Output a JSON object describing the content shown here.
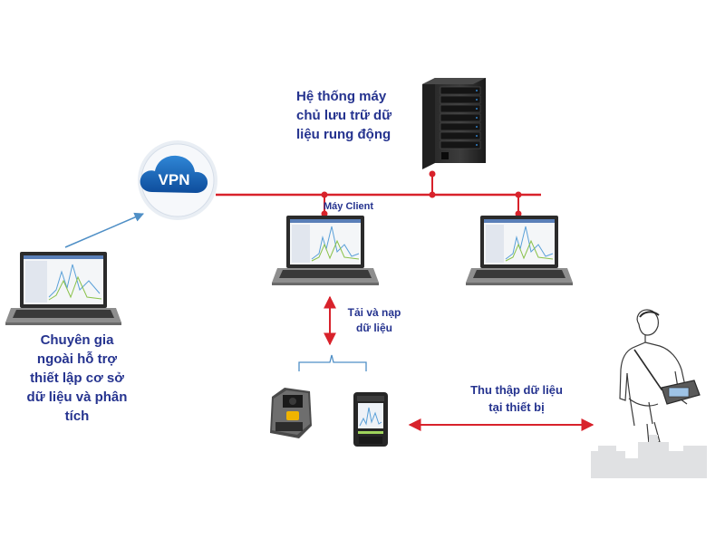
{
  "colors": {
    "network_line": "#d8222b",
    "arrow_blue": "#4f8fc6",
    "label_text": "#25338f",
    "cloud_blue": "#1b63b4"
  },
  "icons": [
    "vpn-cloud-icon",
    "server-tower-icon",
    "laptop-icon",
    "handheld-device-icon",
    "field-technician-figure"
  ],
  "vpn": {
    "text": "VPN"
  },
  "server": {
    "label_lines": [
      "Hệ thống máy",
      "chủ lưu trữ dữ",
      "liệu rung động"
    ]
  },
  "client": {
    "label": "Máy Client"
  },
  "transfer": {
    "label_lines": [
      "Tải và nạp",
      "dữ liệu"
    ]
  },
  "collection": {
    "label_lines": [
      "Thu thập dữ liệu",
      "tại thiết bị"
    ]
  },
  "expert": {
    "label_lines": [
      "Chuyên gia",
      "ngoài hỗ trợ",
      "thiết lập cơ sở",
      "dữ liệu và phân",
      "tích"
    ]
  }
}
